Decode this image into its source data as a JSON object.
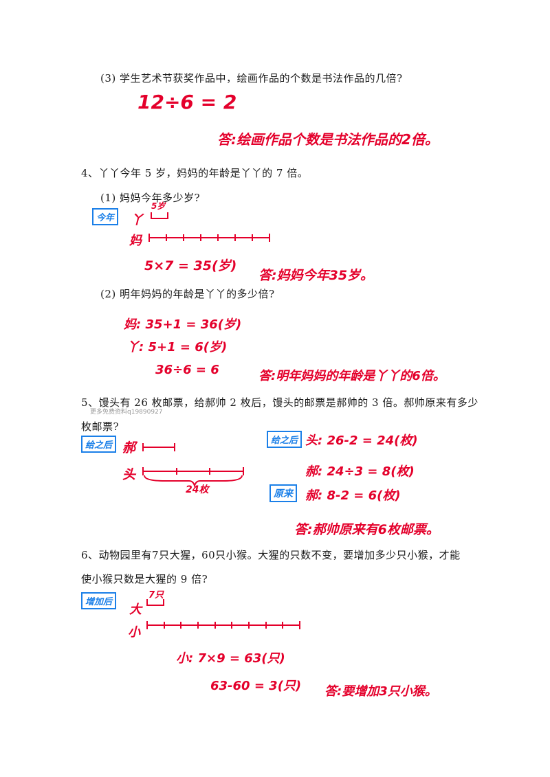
{
  "q3": {
    "question": "(3) 学生艺术节获奖作品中，绘画作品的个数是书法作品的几倍?",
    "calc": "12÷6 = 2",
    "answer": "答:绘画作品个数是书法作品的2倍。"
  },
  "q4": {
    "stem": "4、丫丫今年 5 岁，妈妈的年龄是丫丫的 7 倍。",
    "part1": {
      "question": "(1) 妈妈今年多少岁?",
      "tag": "今年",
      "label_a": "丫",
      "label_b": "妈",
      "seg_label": "5岁",
      "calc": "5×7 = 35(岁)",
      "answer": "答:妈妈今年35岁。"
    },
    "part2": {
      "question": "(2) 明年妈妈的年龄是丫丫的多少倍?",
      "line1": "妈: 35+1 = 36(岁)",
      "line2": "丫:  5+1 = 6(岁)",
      "line3": "36÷6 = 6",
      "answer": "答:明年妈妈的年龄是丫丫的6倍。"
    }
  },
  "q5": {
    "stem_line1": "5、馒头有 26 枚邮票，给郝帅 2 枚后，馒头的邮票是郝帅的 3 倍。郝帅原来有多少",
    "stem_line2": "枚邮票?",
    "watermark": "更多免费资料q19890927",
    "tag_after": "给之后",
    "label_a": "郝",
    "label_b": "头",
    "brace_label": "24枚",
    "tag_after2": "给之后",
    "line1": "头: 26-2 = 24(枚)",
    "line2": "郝: 24÷3 = 8(枚)",
    "tag_orig": "原来",
    "line3": "郝: 8-2 = 6(枚)",
    "answer": "答:郝帅原来有6枚邮票。"
  },
  "q6": {
    "stem_line1": "6、动物园里有7只大猩，60只小猴。大猩的只数不变，要增加多少只小猴，才能",
    "stem_line2": "使小猴只数是大猩的 9 倍?",
    "tag": "增加后",
    "label_a": "大",
    "label_b": "小",
    "seg_label": "7只",
    "line1": "小: 7×9 = 63(只)",
    "line2": "63-60 = 3(只)",
    "answer": "答:要增加3只小猴。"
  }
}
